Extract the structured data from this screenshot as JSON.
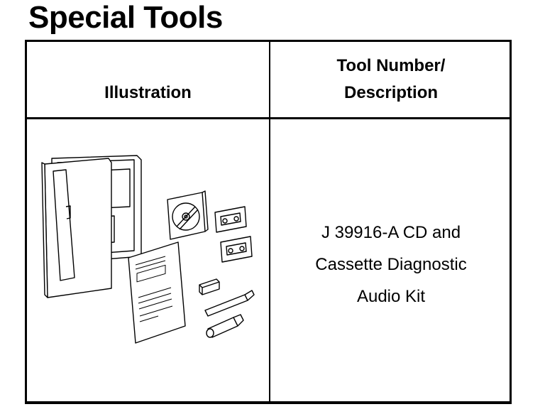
{
  "page": {
    "title": "Special Tools"
  },
  "table": {
    "headers": {
      "illustration": "Illustration",
      "tool_number_line1": "Tool Number/",
      "tool_number_line2": "Description"
    },
    "rows": [
      {
        "description_lines": [
          "J 39916-A CD and",
          "Cassette Diagnostic",
          "Audio Kit"
        ]
      }
    ]
  }
}
